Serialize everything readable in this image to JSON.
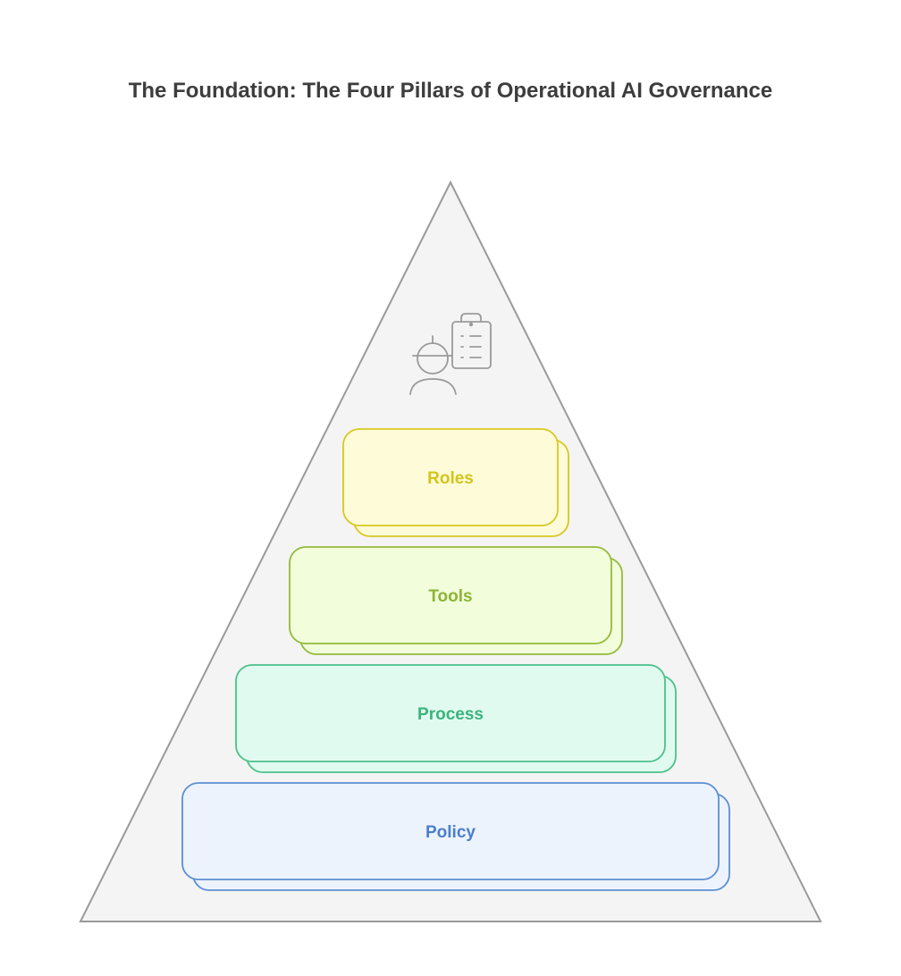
{
  "title": "The Foundation: The Four Pillars of Operational AI Governance",
  "layers": [
    {
      "label": "Roles",
      "stroke": "#d9c81f",
      "fill": "#fdfbd8",
      "text": "#d4c41a"
    },
    {
      "label": "Tools",
      "stroke": "#93bb3a",
      "fill": "#f2fddb",
      "text": "#8db437"
    },
    {
      "label": "Process",
      "stroke": "#4cc08a",
      "fill": "#e1faf0",
      "text": "#3bb47c"
    },
    {
      "label": "Policy",
      "stroke": "#5b8fd4",
      "fill": "#edf3fd",
      "text": "#4a7fcb"
    }
  ],
  "icon": "worker-with-clipboard-icon",
  "colors": {
    "pyramid_fill": "#f4f4f4",
    "pyramid_stroke": "#9a9a9a",
    "icon_stroke": "#9a9a9a"
  }
}
